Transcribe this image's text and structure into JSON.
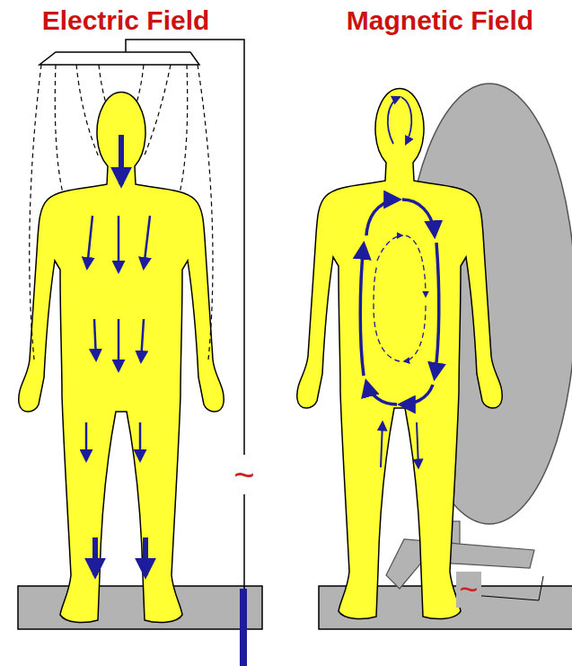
{
  "diagram": {
    "labels": [
      "Electric Field",
      "Magnetic Field",
      "~",
      "~"
    ]
  }
}
